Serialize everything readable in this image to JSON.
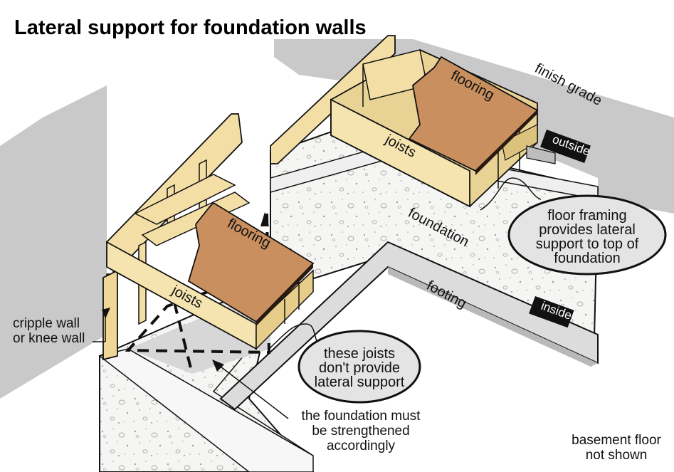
{
  "title": "Lateral support for foundation walls",
  "labels": {
    "finish_grade": "finish grade",
    "flooring_right": "flooring",
    "flooring_left": "flooring",
    "joists_right": "joists",
    "joists_left": "joists",
    "foundation": "foundation",
    "footing": "footing",
    "outside": "outside",
    "inside": "inside",
    "cripple_wall": [
      "cripple wall",
      "or knee wall"
    ],
    "strengthen_note": [
      "the foundation must",
      "be strengthened",
      "accordingly"
    ],
    "basement_note": [
      "basement floor",
      "not shown"
    ]
  },
  "callouts": {
    "floor_framing": [
      "floor framing",
      "provides lateral",
      "support to top of",
      "foundation"
    ],
    "no_support": [
      "these joists",
      "don't provide",
      "lateral support"
    ]
  },
  "colors": {
    "wood": "#f3dfa6",
    "wood_dark": "#e6cd8a",
    "flooring": "#c98f5e",
    "concrete": "#f4f4f2",
    "grade": "#c9c9c9",
    "callout_bg": "#e4e4e4",
    "tag_bg": "#111111"
  }
}
